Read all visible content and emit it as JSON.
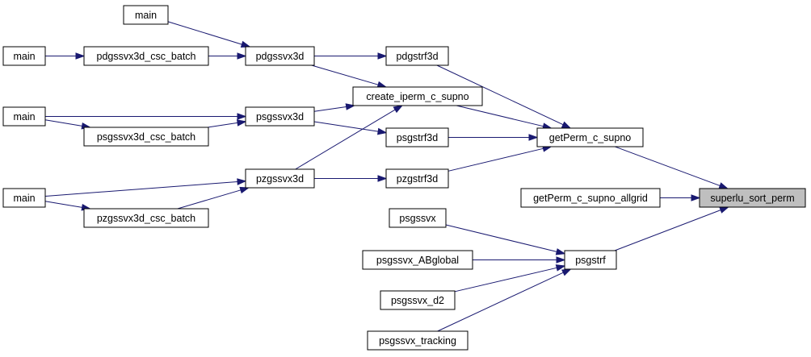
{
  "graph": {
    "nodes": {
      "superlu_sort_perm": {
        "label": "superlu_sort_perm",
        "highlight": true
      },
      "getPerm_c_supno": {
        "label": "getPerm_c_supno"
      },
      "getPerm_c_supno_allgrid": {
        "label": "getPerm_c_supno_allgrid"
      },
      "psgstrf": {
        "label": "psgstrf"
      },
      "pdgstrf3d": {
        "label": "pdgstrf3d"
      },
      "create_iperm_c_supno": {
        "label": "create_iperm_c_supno"
      },
      "psgstrf3d": {
        "label": "psgstrf3d"
      },
      "pzgstrf3d": {
        "label": "pzgstrf3d"
      },
      "pdgssvx3d": {
        "label": "pdgssvx3d"
      },
      "psgssvx3d": {
        "label": "psgssvx3d"
      },
      "pzgssvx3d": {
        "label": "pzgssvx3d"
      },
      "pdgssvx3d_csc_batch": {
        "label": "pdgssvx3d_csc_batch"
      },
      "psgssvx3d_csc_batch": {
        "label": "psgssvx3d_csc_batch"
      },
      "pzgssvx3d_csc_batch": {
        "label": "pzgssvx3d_csc_batch"
      },
      "main_1": {
        "label": "main"
      },
      "main_2": {
        "label": "main"
      },
      "main_3": {
        "label": "main"
      },
      "main_4": {
        "label": "main"
      },
      "psgssvx": {
        "label": "psgssvx"
      },
      "psgssvx_ABglobal": {
        "label": "psgssvx_ABglobal"
      },
      "psgssvx_d2": {
        "label": "psgssvx_d2"
      },
      "psgssvx_tracking": {
        "label": "psgssvx_tracking"
      }
    },
    "edges": [
      [
        "getPerm_c_supno",
        "superlu_sort_perm"
      ],
      [
        "getPerm_c_supno_allgrid",
        "superlu_sort_perm"
      ],
      [
        "psgstrf",
        "superlu_sort_perm"
      ],
      [
        "pdgstrf3d",
        "getPerm_c_supno"
      ],
      [
        "create_iperm_c_supno",
        "getPerm_c_supno"
      ],
      [
        "psgstrf3d",
        "getPerm_c_supno"
      ],
      [
        "pzgstrf3d",
        "getPerm_c_supno"
      ],
      [
        "pdgssvx3d",
        "pdgstrf3d"
      ],
      [
        "pdgssvx3d",
        "create_iperm_c_supno"
      ],
      [
        "psgssvx3d",
        "create_iperm_c_supno"
      ],
      [
        "pzgssvx3d",
        "create_iperm_c_supno"
      ],
      [
        "psgssvx3d",
        "psgstrf3d"
      ],
      [
        "pzgssvx3d",
        "pzgstrf3d"
      ],
      [
        "main_1",
        "pdgssvx3d"
      ],
      [
        "pdgssvx3d_csc_batch",
        "pdgssvx3d"
      ],
      [
        "main_2",
        "pdgssvx3d_csc_batch"
      ],
      [
        "main_3",
        "psgssvx3d"
      ],
      [
        "psgssvx3d_csc_batch",
        "psgssvx3d"
      ],
      [
        "main_3",
        "psgssvx3d_csc_batch"
      ],
      [
        "main_4",
        "pzgssvx3d"
      ],
      [
        "pzgssvx3d_csc_batch",
        "pzgssvx3d"
      ],
      [
        "main_4",
        "pzgssvx3d_csc_batch"
      ],
      [
        "psgssvx",
        "psgstrf"
      ],
      [
        "psgssvx_ABglobal",
        "psgstrf"
      ],
      [
        "psgssvx_d2",
        "psgstrf"
      ],
      [
        "psgssvx_tracking",
        "psgstrf"
      ]
    ],
    "colors": {
      "edge": "#191970",
      "highlight_fill": "#bfbfbf",
      "node_fill": "#ffffff",
      "border": "#000000"
    }
  }
}
